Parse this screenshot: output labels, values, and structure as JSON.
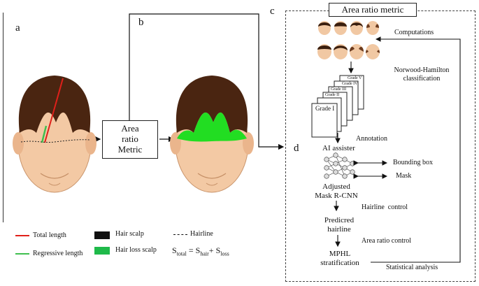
{
  "panels": {
    "a": "a",
    "b": "b",
    "c": "c",
    "d": "d"
  },
  "center_box": {
    "line1": "Area",
    "line2": "ratio",
    "line3": "Metric"
  },
  "right_title": "Area ratio metric",
  "labels": {
    "computations": "Computations",
    "classification_line1": "Norwood-Hamilton",
    "classification_line2": "classification",
    "grade_front": "Grade I",
    "grade_2": "Grade II",
    "grade_3": "Grade III",
    "grade_4": "Grade IV",
    "grade_5": "Grade V",
    "annotation": "Annotation",
    "ai_assister": "AI assister",
    "bounding_box": "Bounding box",
    "mask": "Mask",
    "adjusted_line1": "Adjusted",
    "adjusted_line2": "Mask R-CNN",
    "hairline_control": "Hairline  control",
    "predicted_line1": "Predicred",
    "predicted_line2": "hairline",
    "area_ratio_control": "Area ratio control",
    "mphl_line1": "MPHL",
    "mphl_line2": "stratification",
    "statistical_analysis": "Statistical analysis"
  },
  "legend": {
    "total_length": "Total length",
    "regressive_length": "Regressive length",
    "hair_scalp": "Hair scalp",
    "hair_loss_scalp": "Hair loss scalp",
    "hairline": "Hairline",
    "formula_S": "S",
    "formula_total": "total",
    "formula_eq": " = S",
    "formula_hair": "hair",
    "formula_plus": "+ S",
    "formula_loss": "loss"
  },
  "colors": {
    "hair": "#4a2511",
    "skin": "#f3c9a4",
    "green": "#22dd22",
    "red": "#e0201a",
    "regressive": "#3fbf4f",
    "black_swatch": "#111111",
    "green_swatch": "#1fba4a"
  }
}
